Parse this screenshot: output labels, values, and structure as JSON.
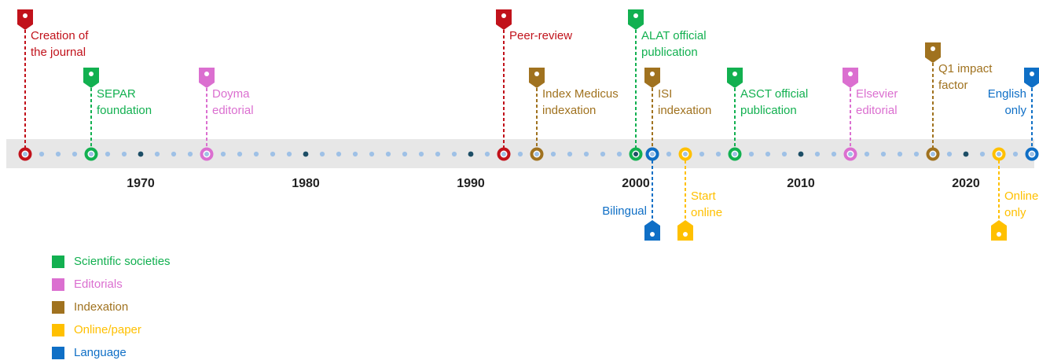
{
  "categories": {
    "societies": {
      "label": "Scientific societies",
      "color": "#12b050"
    },
    "editorials": {
      "label": "Editorials",
      "color": "#db6fd0"
    },
    "indexation": {
      "label": "Indexation",
      "color": "#a0721f"
    },
    "online": {
      "label": "Online/paper",
      "color": "#ffc000"
    },
    "language": {
      "label": "Language",
      "color": "#0f6fc6"
    },
    "creation": {
      "label": "",
      "color": "#c1121b"
    }
  },
  "colors": {
    "band": "#e7e7e7",
    "light_dot": "#9fc1e6",
    "dark_dot": "#1d4e66"
  },
  "legend_order": [
    "societies",
    "editorials",
    "indexation",
    "online",
    "language"
  ],
  "axis": {
    "start_year": 1963,
    "end_year": 2025,
    "decade_labels": [
      "1970",
      "1980",
      "1990",
      "2000",
      "2010",
      "2020"
    ]
  },
  "events": [
    {
      "year": 1963,
      "category": "creation",
      "side": "above",
      "level": 1,
      "lines": [
        "Creation of",
        "the journal"
      ]
    },
    {
      "year": 1967,
      "category": "societies",
      "side": "above",
      "level": 2,
      "lines": [
        "SEPAR",
        "foundation"
      ]
    },
    {
      "year": 1974,
      "category": "editorials",
      "side": "above",
      "level": 2,
      "lines": [
        "Doyma",
        "editorial"
      ]
    },
    {
      "year": 1992,
      "category": "creation",
      "side": "above",
      "level": 1,
      "lines": [
        "Peer-review"
      ]
    },
    {
      "year": 1994,
      "category": "indexation",
      "side": "above",
      "level": 2,
      "lines": [
        "Index Medicus",
        "indexation"
      ]
    },
    {
      "year": 2000,
      "category": "societies",
      "side": "above",
      "level": 1,
      "lines": [
        "ALAT official",
        "publication"
      ]
    },
    {
      "year": 2001,
      "category": "indexation",
      "side": "above",
      "level": 2,
      "lines": [
        "ISI",
        "indexation"
      ]
    },
    {
      "year": 2001,
      "category": "language",
      "side": "below",
      "level": 1,
      "label_side": "left",
      "lines": [
        "Bilingual"
      ]
    },
    {
      "year": 2003,
      "category": "online",
      "side": "below",
      "level": 1,
      "lines": [
        "Start",
        "online"
      ]
    },
    {
      "year": 2006,
      "category": "societies",
      "side": "above",
      "level": 2,
      "lines": [
        "ASCT official",
        "publication"
      ]
    },
    {
      "year": 2013,
      "category": "editorials",
      "side": "above",
      "level": 2,
      "lines": [
        "Elsevier",
        "editorial"
      ]
    },
    {
      "year": 2018,
      "category": "indexation",
      "side": "above",
      "level": 1.5,
      "lines": [
        "Q1 impact",
        "factor"
      ]
    },
    {
      "year": 2022,
      "category": "online",
      "side": "below",
      "level": 1,
      "lines": [
        "Online",
        "only"
      ]
    },
    {
      "year": 2024,
      "category": "language",
      "side": "above",
      "level": 2,
      "label_side": "left",
      "lines": [
        "English",
        "only"
      ]
    }
  ]
}
